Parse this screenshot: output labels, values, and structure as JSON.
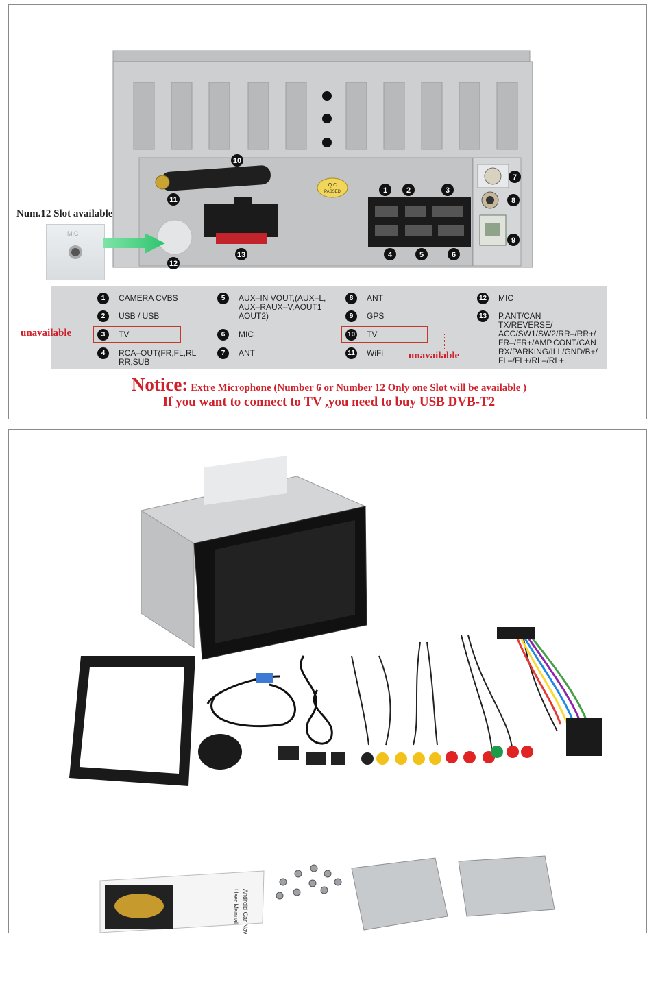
{
  "colors": {
    "accent_red": "#d0202a",
    "legend_bg": "#d4d6d8",
    "unit_silver": "#c6c8ca"
  },
  "top": {
    "slot_label": "Num.12 Slot available",
    "mic_text": "MIC",
    "connector_numbers": [
      "1",
      "2",
      "3",
      "4",
      "5",
      "6",
      "7",
      "8",
      "9",
      "10",
      "11",
      "12",
      "13"
    ],
    "qc_line1": "Q C",
    "qc_line2": "PASSED",
    "legend": [
      {
        "num": "1",
        "text": "CAMERA CVBS"
      },
      {
        "num": "2",
        "text": "USB / USB"
      },
      {
        "num": "3",
        "text": "TV"
      },
      {
        "num": "4",
        "text": "RCA–OUT(FR,FL,RL RR,SUB"
      },
      {
        "num": "5",
        "text": "AUX–IN VOUT,(AUX–L, AUX–RAUX–V,AOUT1 AOUT2)"
      },
      {
        "num": "6",
        "text": "MIC"
      },
      {
        "num": "7",
        "text": "ANT"
      },
      {
        "num": "8",
        "text": "ANT"
      },
      {
        "num": "9",
        "text": "GPS"
      },
      {
        "num": "10",
        "text": "TV"
      },
      {
        "num": "11",
        "text": "WiFi"
      },
      {
        "num": "12",
        "text": "MIC"
      },
      {
        "num": "13",
        "text": "P.ANT/CAN TX/REVERSE/ ACC/SW1/SW2/RR–/RR+/ FR–/FR+/AMP.CONT/CAN RX/PARKING/ILL/GND/B+/ FL–/FL+/RL–/RL+."
      }
    ],
    "unavailable_left": "unavailable",
    "unavailable_right": "unavailable",
    "notice_title": "Notice:",
    "notice_text": "Extre Microphone (Number 6 or Number 12 Only one Slot will be available )",
    "tv_note": "If you want to connect to TV ,you need to buy USB DVB-T2"
  },
  "bottom": {
    "manual_title": "Android Car Navigation",
    "manual_subtitle": "User Manual"
  }
}
